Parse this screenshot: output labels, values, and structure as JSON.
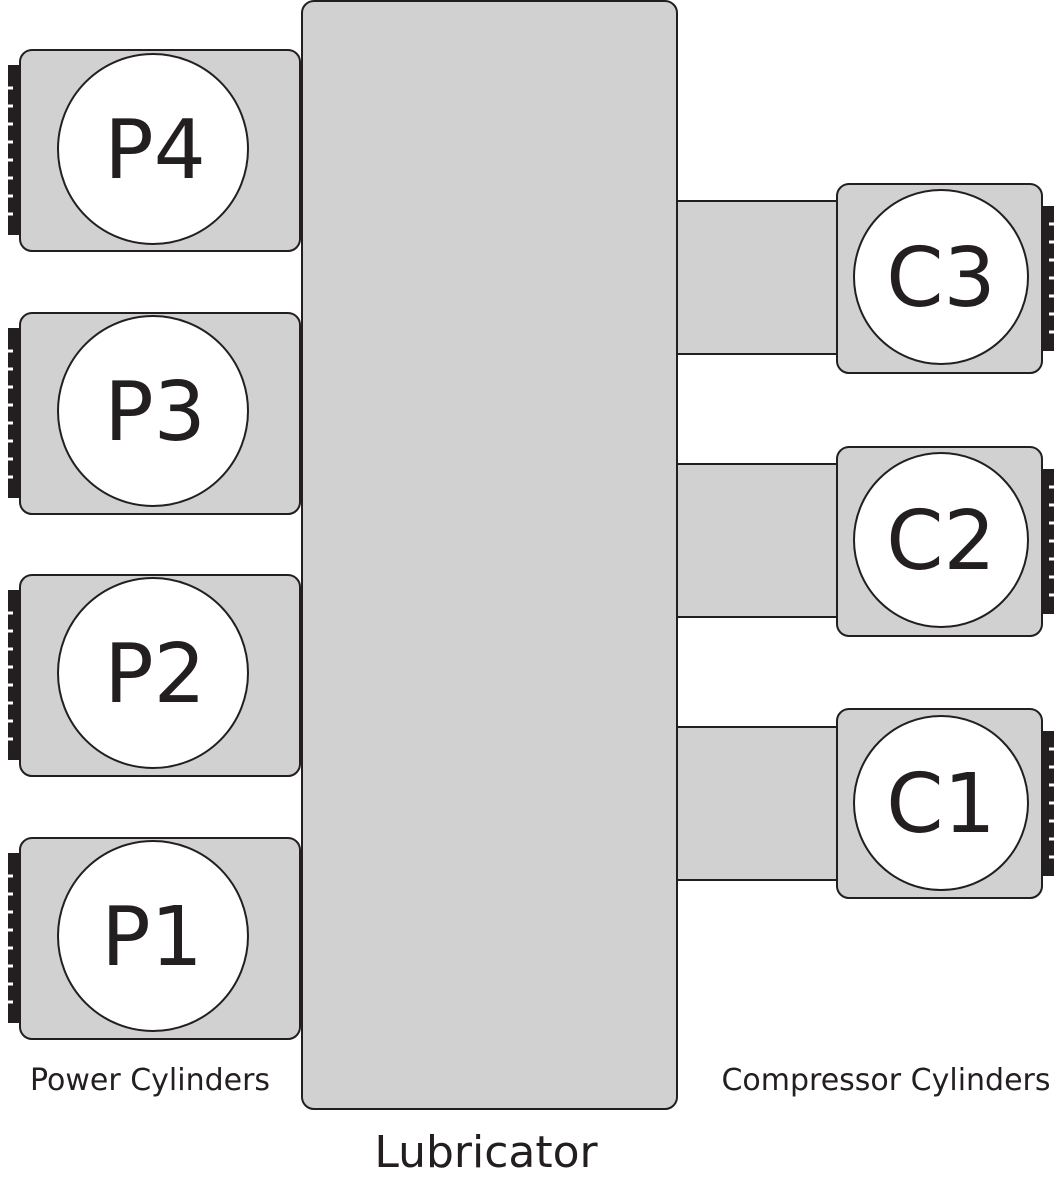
{
  "lubricator": {
    "label": "Lubricator"
  },
  "power_cylinders": {
    "caption": "Power Cylinders",
    "items": [
      {
        "label": "P4"
      },
      {
        "label": "P3"
      },
      {
        "label": "P2"
      },
      {
        "label": "P1"
      }
    ]
  },
  "compressor_cylinders": {
    "caption": "Compressor Cylinders",
    "items": [
      {
        "label": "C3"
      },
      {
        "label": "C2"
      },
      {
        "label": "C1"
      }
    ]
  },
  "colors": {
    "fill": "#d1d1d1",
    "stroke": "#231f20",
    "circle_fill": "#ffffff"
  }
}
